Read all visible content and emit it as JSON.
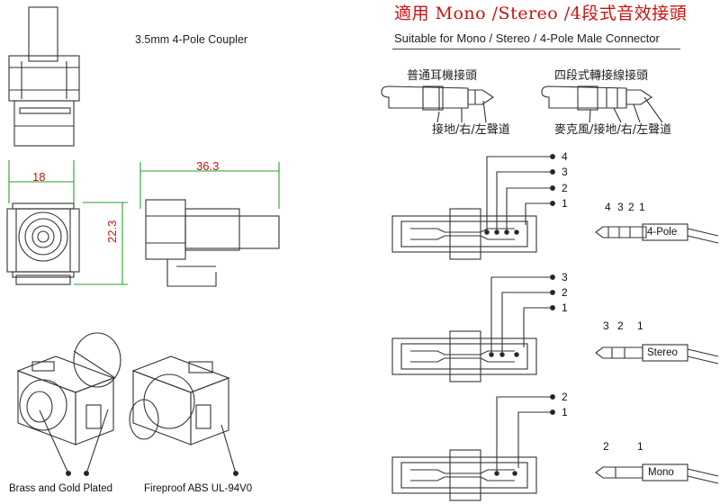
{
  "header": {
    "coupler_title": "3.5mm 4-Pole Coupler",
    "zh_title": "適用 Mono /Stereo /4段式音效接頭",
    "en_subtitle": "Suitable for Mono / Stereo / 4-Pole Male Connector"
  },
  "plugs": {
    "standard_title": "普通耳機接頭",
    "standard_caption": "接地/右/左聲道",
    "fourpole_title": "四段式轉接線接頭",
    "fourpole_caption": "麥克風/接地/右/左聲道"
  },
  "dimensions": {
    "width": "18",
    "length": "36.3",
    "height": "22.3"
  },
  "materials": {
    "plating": "Brass and Gold Plated",
    "housing": "Fireproof ABS UL-94V0"
  },
  "wiring": {
    "four_pole": {
      "pins": [
        "4",
        "3",
        "2",
        "1"
      ],
      "plug_pins": [
        "4",
        "3",
        "2",
        "1"
      ],
      "plug_label": "4-Pole"
    },
    "stereo": {
      "pins": [
        "3",
        "2",
        "1"
      ],
      "plug_pins": [
        "3",
        "2",
        "1"
      ],
      "plug_label": "Stereo"
    },
    "mono": {
      "pins": [
        "2",
        "1"
      ],
      "plug_pins": [
        "2",
        "1"
      ],
      "plug_label": "Mono"
    }
  },
  "colors": {
    "accent_red": "#cc1111",
    "line": "#333333"
  }
}
